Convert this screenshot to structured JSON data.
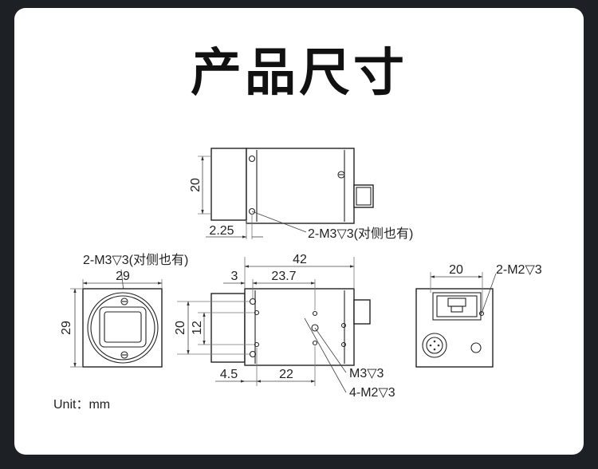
{
  "title": "产品尺寸",
  "unit_label": "Unit：mm",
  "top_view": {
    "dim_height": "20",
    "dim_offset": "2.25",
    "callout": "2-M3▽3(对侧也有)"
  },
  "front_view": {
    "callout": "2-M3▽3(对侧也有)",
    "dim_width": "29",
    "dim_height": "29"
  },
  "side_view": {
    "dim_length": "42",
    "dim_3": "3",
    "dim_23_7": "23.7",
    "dim_20": "20",
    "dim_12": "12",
    "dim_4_5": "4.5",
    "dim_22": "22",
    "callout_m3": "M3▽3",
    "callout_m2": "4-M2▽3"
  },
  "rear_view": {
    "dim_width": "20",
    "callout": "2-M2▽3"
  }
}
